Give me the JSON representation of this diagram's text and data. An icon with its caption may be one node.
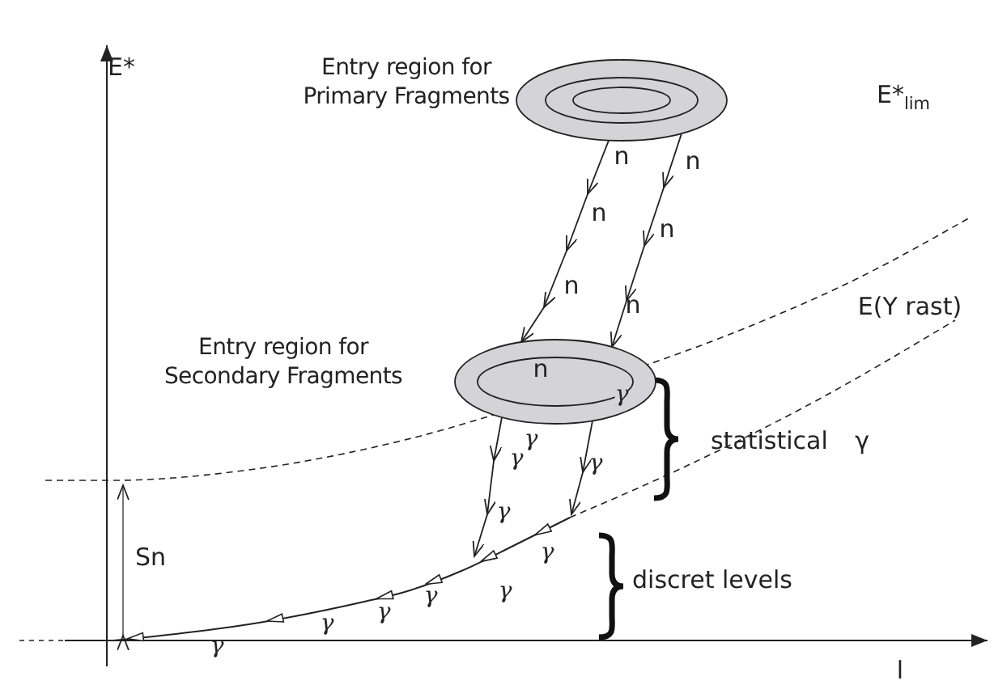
{
  "diagram": {
    "nodes": [
      {
        "text": [
          "Entry region for Primary Fragments"
        ]
      },
      {
        "text": [
          "Entry region for Secondary Fragments"
        ]
      }
    ],
    "edges": [
      {
        "from": 0,
        "to": 1,
        "arrow": "to"
      },
      {
        "from": 0,
        "to": 1,
        "arrow": "to"
      },
      {
        "from": 1,
        "to": null,
        "arrow": "to"
      },
      {
        "from": 1,
        "to": null,
        "arrow": "to"
      }
    ],
    "labels": [
      "E*",
      "E*$_{lim}$",
      "n",
      "n",
      "n",
      "n",
      "n",
      "E(Y rast)",
      "n",
      "n",
      "γ",
      "γ",
      "statistical γ",
      "γ",
      "γ",
      "γ",
      "Sn",
      "γ",
      "γ",
      "discret levels",
      "γ",
      "γ",
      "γ",
      "γ",
      "l"
    ]
  }
}
